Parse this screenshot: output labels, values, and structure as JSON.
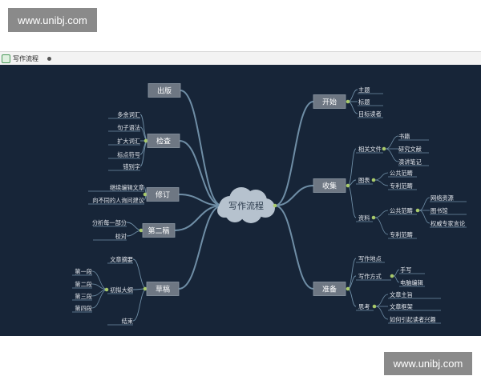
{
  "watermark": {
    "top": "www.unibj.com",
    "bottom": "www.unibj.com"
  },
  "tab": {
    "title": "写作流程"
  },
  "mindmap": {
    "central": "写作流程",
    "colors": {
      "canvas": "#172538",
      "box": "#6e7783",
      "line": "#6f8ea6",
      "leafText": "#e4e8ee",
      "dot": "#a8c96a",
      "cloud": "#b6c2ce"
    },
    "branches": [
      {
        "id": "chuban",
        "label": "出版",
        "side": "left",
        "children": []
      },
      {
        "id": "jiancha",
        "label": "检查",
        "side": "left",
        "children": [
          "多余词汇",
          "句子语法",
          "扩大词汇",
          "标点符号",
          "错别字"
        ]
      },
      {
        "id": "xiuding",
        "label": "修订",
        "side": "left",
        "children": [
          "继续编辑文章",
          "向不同的人询问建议"
        ]
      },
      {
        "id": "dierji",
        "label": "第二稿",
        "side": "left",
        "children": [
          "分析每一部分",
          "校对"
        ]
      },
      {
        "id": "caogao",
        "label": "草稿",
        "side": "left",
        "children": [
          "文章摘要",
          "初拟大纲",
          "结束"
        ],
        "grandchildren": [
          "第一段",
          "第二段",
          "第三段",
          "第四段"
        ]
      },
      {
        "id": "kaishi",
        "label": "开始",
        "side": "right",
        "children": [
          "主题",
          "标题",
          "目标读者"
        ]
      },
      {
        "id": "shouji",
        "label": "收集",
        "side": "right",
        "children": [
          "相关文件",
          "图表",
          "资料"
        ],
        "sub": {
          "相关文件": [
            "书籍",
            "研究文献",
            "演讲笔记"
          ],
          "图表": [
            "公共范畴",
            "专利范畴"
          ],
          "资料": [
            "公共范畴",
            "专利范畴"
          ],
          "资料.公共范畴": [
            "网络资源",
            "图书馆",
            "权威专家言论"
          ]
        }
      },
      {
        "id": "zhunbei",
        "label": "准备",
        "side": "right",
        "children": [
          "写作地点",
          "写作方式",
          "思考"
        ],
        "sub": {
          "写作方式": [
            "手写",
            "电脑编辑"
          ],
          "思考": [
            "文章主旨",
            "文章框架",
            "如何引起读者兴趣"
          ]
        }
      }
    ]
  }
}
